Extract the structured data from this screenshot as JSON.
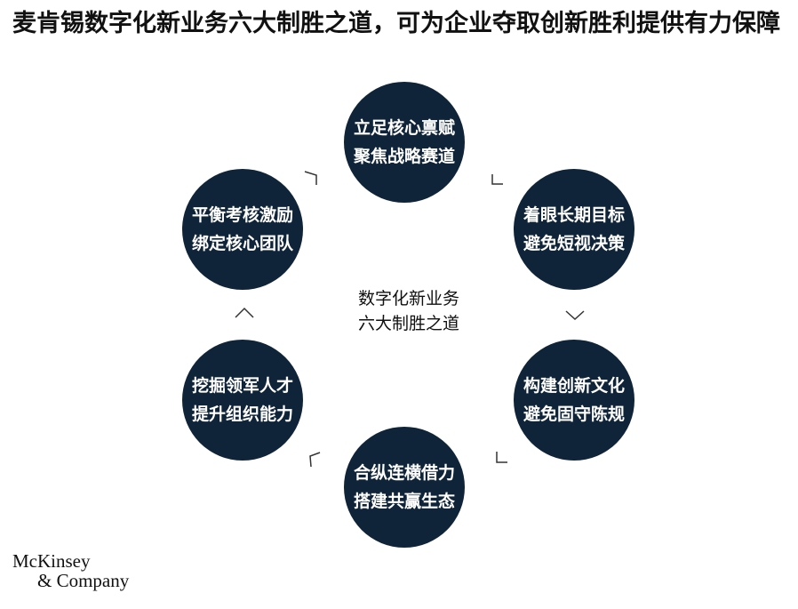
{
  "title": "麦肯锡数字化新业务六大制胜之道，可为企业夺取创新胜利提供有力保障",
  "center": {
    "line1": "数字化新业务",
    "line2": "六大制胜之道"
  },
  "nodes": [
    {
      "line1": "立足核心禀赋",
      "line2": "聚焦战略赛道"
    },
    {
      "line1": "着眼长期目标",
      "line2": "避免短视决策"
    },
    {
      "line1": "构建创新文化",
      "line2": "避免固守陈规"
    },
    {
      "line1": "合纵连横借力",
      "line2": "搭建共赢生态"
    },
    {
      "line1": "挖掘领军人才",
      "line2": "提升组织能力"
    },
    {
      "line1": "平衡考核激励",
      "line2": "绑定核心团队"
    }
  ],
  "logo": {
    "line1": "McKinsey",
    "line2": "& Company"
  },
  "colors": {
    "node_fill": "#0f2438",
    "node_text": "#ffffff",
    "arrow": "#333333"
  }
}
